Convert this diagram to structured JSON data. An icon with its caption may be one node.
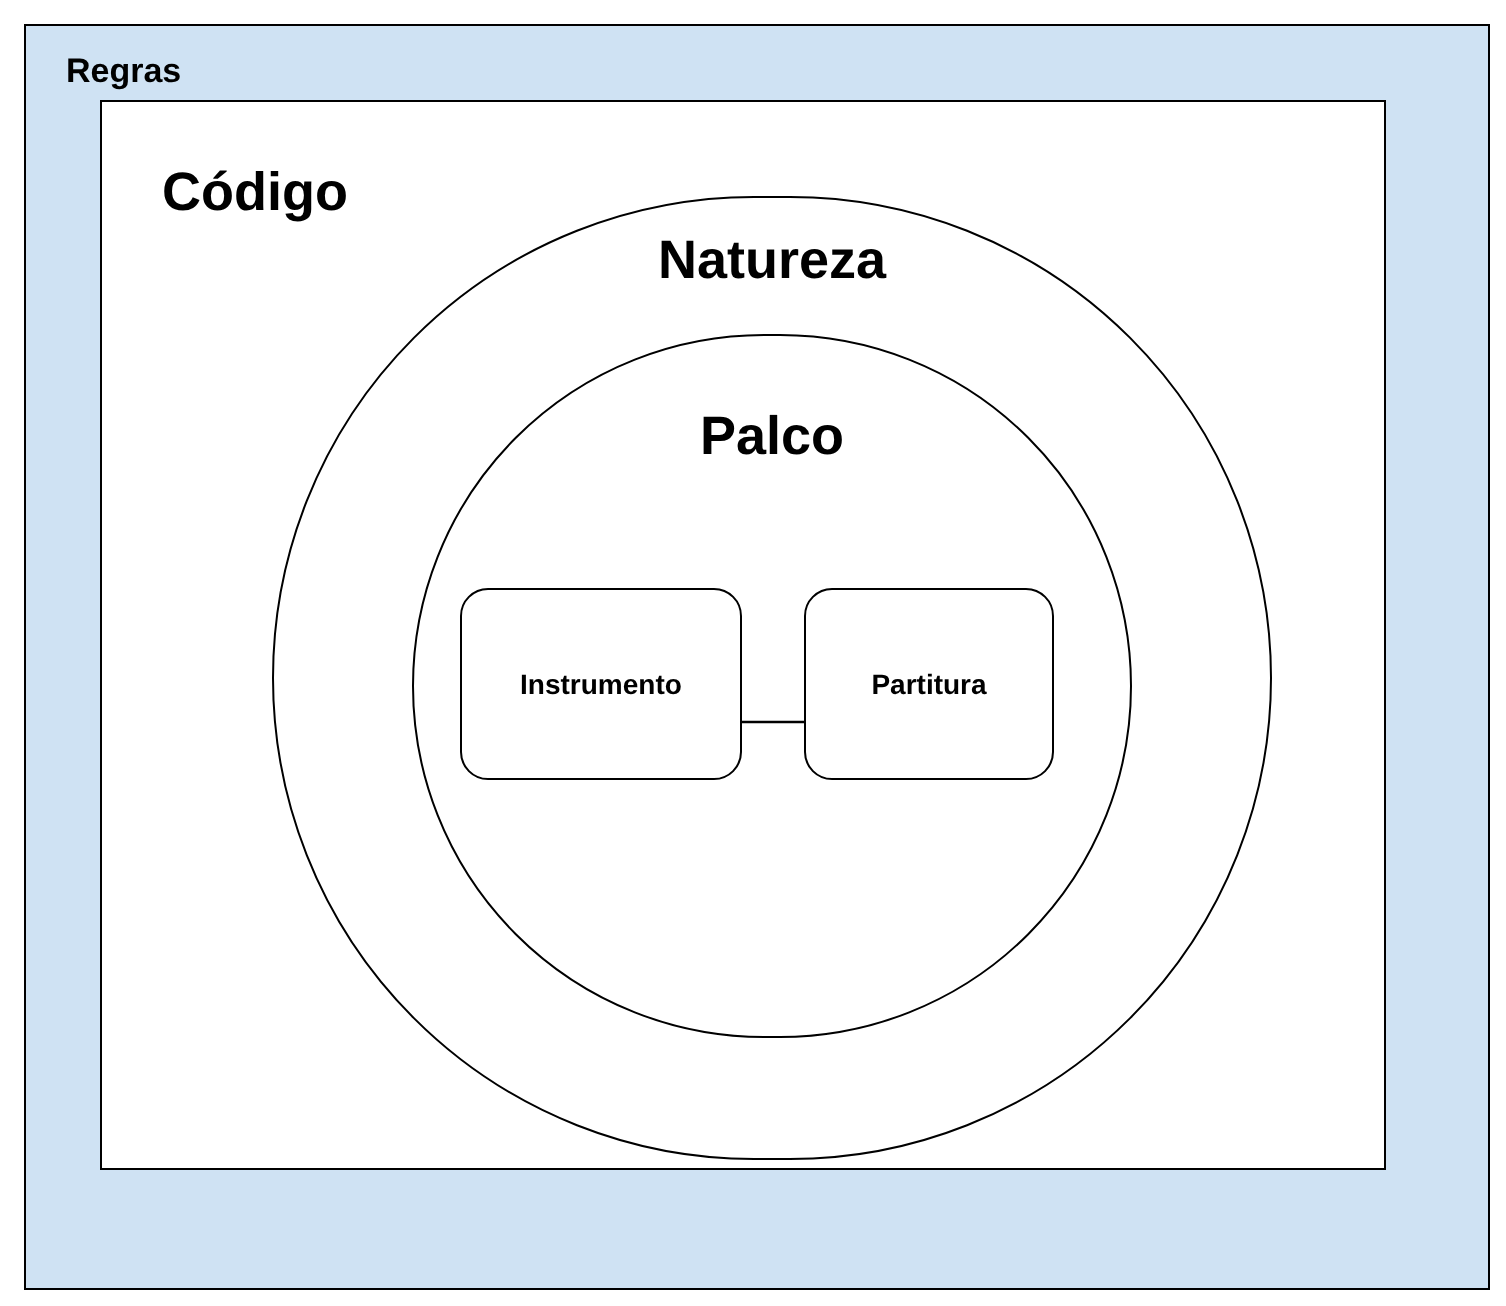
{
  "diagram": {
    "nodes": [
      {
        "text": [
          "Regras"
        ]
      },
      {
        "text": [
          "Código"
        ],
        "in": 0
      },
      {
        "text": [
          "Natureza"
        ],
        "in": 1
      },
      {
        "text": [
          "Palco"
        ],
        "in": 2
      },
      {
        "text": [
          "Instrumento"
        ],
        "in": 3
      },
      {
        "text": [
          "Partitura"
        ],
        "in": 3
      }
    ],
    "edges": [
      {
        "from": 4,
        "to": 5,
        "arrow": "none"
      }
    ]
  }
}
